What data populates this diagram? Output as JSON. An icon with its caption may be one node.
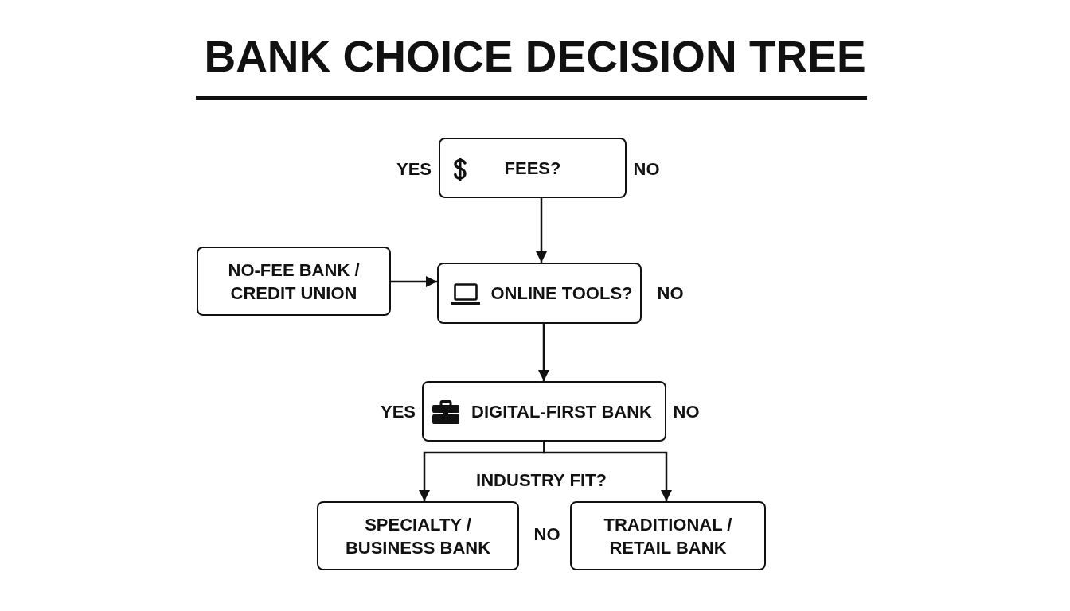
{
  "diagram": {
    "title": "BANK CHOICE DECISION TREE",
    "nodes": [
      {
        "text": [
          "FEES?"
        ],
        "beside": [
          "YES",
          "NO"
        ]
      },
      {
        "text": [
          "NO-FEE BANK / CREDIT UNION"
        ]
      },
      {
        "text": [
          "ONLINE TOOLS?"
        ],
        "beside": [
          "NO"
        ]
      },
      {
        "text": [
          "DIGITAL-FIRST BANK"
        ],
        "beside": [
          "YES",
          "NO"
        ]
      },
      {
        "text": [
          "SPECIALTY / BUSINESS BANK"
        ]
      },
      {
        "text": [
          "TRADITIONAL / RETAIL BANK"
        ]
      }
    ],
    "edges": [
      {
        "from": 0,
        "to": 2,
        "arrow": "to"
      },
      {
        "from": 1,
        "to": 2,
        "arrow": "to"
      },
      {
        "from": 2,
        "to": 3,
        "arrow": "to"
      },
      {
        "from": 3,
        "to": 4,
        "arrow": "to"
      },
      {
        "from": 3,
        "to": 5,
        "arrow": "to"
      }
    ],
    "labels": [
      "INDUSTRY FIT?",
      "NO"
    ]
  }
}
